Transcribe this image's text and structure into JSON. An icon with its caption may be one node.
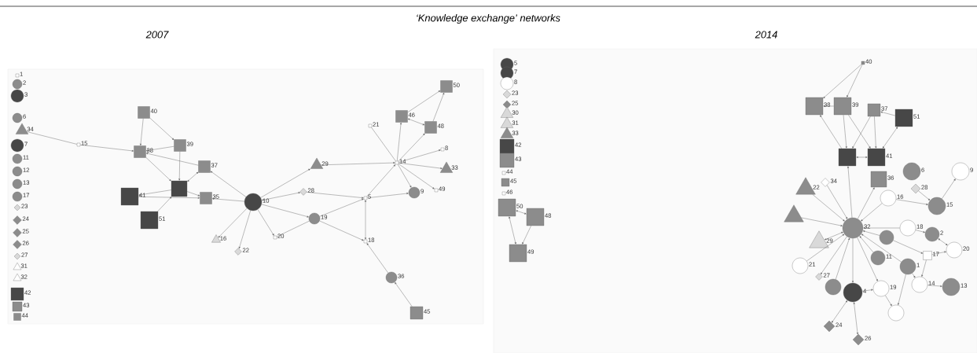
{
  "diagram": {
    "title": "‘Knowledge exchange’ networks",
    "nodes": [
      {
        "text": [],
        "shape": "box",
        "beside": [
          "1"
        ]
      },
      {
        "text": [],
        "shape": "circle",
        "beside": [
          "2"
        ]
      },
      {
        "text": [],
        "shape": "circle",
        "beside": [
          "3"
        ]
      },
      {
        "text": [],
        "shape": "circle",
        "beside": [
          "6"
        ]
      },
      {
        "text": [],
        "shape": "triangle",
        "beside": [
          "34"
        ]
      },
      {
        "text": [],
        "shape": "circle",
        "beside": [
          "7"
        ]
      },
      {
        "text": [],
        "shape": "circle",
        "beside": [
          "11"
        ]
      },
      {
        "text": [],
        "shape": "circle",
        "beside": [
          "12"
        ]
      },
      {
        "text": [],
        "shape": "circle",
        "beside": [
          "13"
        ]
      },
      {
        "text": [],
        "shape": "circle",
        "beside": [
          "17"
        ]
      },
      {
        "text": [],
        "shape": "diamond",
        "beside": [
          "23"
        ]
      },
      {
        "text": [],
        "shape": "diamond",
        "beside": [
          "24"
        ]
      },
      {
        "text": [],
        "shape": "diamond",
        "beside": [
          "25"
        ]
      },
      {
        "text": [],
        "shape": "diamond",
        "beside": [
          "26"
        ]
      },
      {
        "text": [],
        "shape": "diamond",
        "beside": [
          "27"
        ]
      },
      {
        "text": [],
        "shape": "triangle",
        "beside": [
          "31"
        ]
      },
      {
        "text": [],
        "shape": "triangle",
        "beside": [
          "32"
        ]
      },
      {
        "text": [],
        "shape": "box",
        "beside": [
          "42"
        ]
      },
      {
        "text": [],
        "shape": "box",
        "beside": [
          "43"
        ]
      },
      {
        "text": [],
        "shape": "box",
        "beside": [
          "44"
        ]
      },
      {
        "text": [],
        "shape": "box",
        "beside": [
          "15"
        ]
      },
      {
        "text": [],
        "shape": "box",
        "beside": [
          "40"
        ]
      },
      {
        "text": [],
        "shape": "box",
        "beside": [
          "38"
        ]
      },
      {
        "text": [],
        "shape": "box",
        "beside": [
          "39"
        ]
      },
      {
        "text": [],
        "shape": "box",
        "beside": [
          "37"
        ]
      },
      {
        "text": [],
        "shape": "box"
      },
      {
        "text": [],
        "shape": "box",
        "beside": [
          "35"
        ]
      },
      {
        "text": [],
        "shape": "box",
        "beside": [
          "41"
        ]
      },
      {
        "text": [],
        "shape": "box",
        "beside": [
          "51"
        ]
      },
      {
        "text": [],
        "shape": "circle",
        "beside": [
          "10"
        ]
      },
      {
        "text": [],
        "shape": "triangle",
        "beside": [
          "16"
        ]
      },
      {
        "text": [],
        "shape": "diamond",
        "beside": [
          "22"
        ]
      },
      {
        "text": [],
        "shape": "triangle",
        "beside": [
          "29"
        ]
      },
      {
        "text": [],
        "shape": "diamond",
        "beside": [
          "28"
        ]
      },
      {
        "text": [],
        "shape": "circle",
        "beside": [
          "19"
        ]
      },
      {
        "text": [],
        "shape": "box",
        "beside": [
          "20"
        ]
      },
      {
        "text": [],
        "shape": "box",
        "beside": [
          "5"
        ]
      },
      {
        "text": [],
        "shape": "box",
        "beside": [
          "18"
        ]
      },
      {
        "text": [],
        "shape": "circle",
        "beside": [
          "36"
        ]
      },
      {
        "text": [],
        "shape": "box",
        "beside": [
          "45"
        ]
      },
      {
        "text": [],
        "shape": "box",
        "beside": [
          "14"
        ]
      },
      {
        "text": [],
        "shape": "circle",
        "beside": [
          "9"
        ]
      },
      {
        "text": [],
        "shape": "box",
        "beside": [
          "21"
        ]
      },
      {
        "text": [],
        "shape": "box",
        "beside": [
          "46"
        ]
      },
      {
        "text": [],
        "shape": "box",
        "beside": [
          "48"
        ]
      },
      {
        "text": [],
        "shape": "box",
        "beside": [
          "50"
        ]
      },
      {
        "text": [],
        "shape": "box",
        "beside": [
          "8"
        ]
      },
      {
        "text": [],
        "shape": "triangle",
        "beside": [
          "33"
        ]
      },
      {
        "text": [],
        "shape": "box",
        "beside": [
          "49"
        ]
      },
      {
        "text": [],
        "shape": "circle",
        "beside": [
          "5"
        ]
      },
      {
        "text": [],
        "shape": "circle",
        "beside": [
          "7"
        ]
      },
      {
        "text": [],
        "shape": "circle",
        "beside": [
          "8"
        ]
      },
      {
        "text": [],
        "shape": "diamond",
        "beside": [
          "23"
        ]
      },
      {
        "text": [],
        "shape": "diamond",
        "beside": [
          "25"
        ]
      },
      {
        "text": [],
        "shape": "triangle",
        "beside": [
          "30"
        ]
      },
      {
        "text": [],
        "shape": "triangle",
        "beside": [
          "31"
        ]
      },
      {
        "text": [],
        "shape": "triangle",
        "beside": [
          "33"
        ]
      },
      {
        "text": [],
        "shape": "box",
        "beside": [
          "42"
        ]
      },
      {
        "text": [],
        "shape": "box",
        "beside": [
          "43"
        ]
      },
      {
        "text": [],
        "shape": "box",
        "beside": [
          "44"
        ]
      },
      {
        "text": [],
        "shape": "box",
        "beside": [
          "45"
        ]
      },
      {
        "text": [],
        "shape": "box",
        "beside": [
          "46"
        ]
      },
      {
        "text": [],
        "shape": "box",
        "beside": [
          "50"
        ]
      },
      {
        "text": [],
        "shape": "box",
        "beside": [
          "48"
        ]
      },
      {
        "text": [],
        "shape": "box",
        "beside": [
          "49"
        ]
      },
      {
        "text": [],
        "shape": "box",
        "beside": [
          "40"
        ]
      },
      {
        "text": [],
        "shape": "box",
        "beside": [
          "38"
        ]
      },
      {
        "text": [],
        "shape": "box",
        "beside": [
          "39"
        ]
      },
      {
        "text": [],
        "shape": "box",
        "beside": [
          "37"
        ]
      },
      {
        "text": [],
        "shape": "box",
        "beside": [
          "51"
        ]
      },
      {
        "text": [],
        "shape": "box"
      },
      {
        "text": [],
        "shape": "box",
        "beside": [
          "36"
        ]
      },
      {
        "text": [],
        "shape": "box",
        "beside": [
          "41"
        ]
      },
      {
        "text": [],
        "shape": "circle",
        "beside": [
          "6"
        ]
      },
      {
        "text": [],
        "shape": "circle",
        "beside": [
          "9"
        ]
      },
      {
        "text": [],
        "shape": "diamond",
        "beside": [
          "34"
        ]
      },
      {
        "text": [],
        "shape": "triangle",
        "beside": [
          "22"
        ]
      },
      {
        "text": [],
        "shape": "diamond",
        "beside": [
          "28"
        ]
      },
      {
        "text": [],
        "shape": "circle",
        "beside": [
          "15"
        ]
      },
      {
        "text": [],
        "shape": "circle",
        "beside": [
          "16"
        ]
      },
      {
        "text": [],
        "shape": "circle",
        "beside": [
          "32"
        ]
      },
      {
        "text": [],
        "shape": "triangle"
      },
      {
        "text": [],
        "shape": "triangle",
        "beside": [
          "29"
        ]
      },
      {
        "text": [],
        "shape": "circle",
        "beside": [
          "21"
        ]
      },
      {
        "text": [],
        "shape": "circle",
        "beside": [
          "18"
        ]
      },
      {
        "text": [],
        "shape": "circle"
      },
      {
        "text": [],
        "shape": "circle",
        "beside": [
          "11"
        ]
      },
      {
        "text": [],
        "shape": "circle",
        "beside": [
          "2"
        ]
      },
      {
        "text": [],
        "shape": "box",
        "beside": [
          "17"
        ]
      },
      {
        "text": [],
        "shape": "circle",
        "beside": [
          "20"
        ]
      },
      {
        "text": [],
        "shape": "circle",
        "beside": [
          "1"
        ]
      },
      {
        "text": [],
        "shape": "diamond",
        "beside": [
          "27"
        ]
      },
      {
        "text": [],
        "shape": "circle"
      },
      {
        "text": [],
        "shape": "circle",
        "beside": [
          "4"
        ]
      },
      {
        "text": [],
        "shape": "circle",
        "beside": [
          "19"
        ]
      },
      {
        "text": [],
        "shape": "circle",
        "beside": [
          "14"
        ]
      },
      {
        "text": [],
        "shape": "circle",
        "beside": [
          "13"
        ]
      },
      {
        "text": [],
        "shape": "circle"
      },
      {
        "text": [],
        "shape": "diamond",
        "beside": [
          "24"
        ]
      },
      {
        "text": [],
        "shape": "diamond",
        "beside": [
          "26"
        ]
      }
    ],
    "edges": [
      {
        "from": 4,
        "to": 20,
        "arrow": "none"
      },
      {
        "from": 20,
        "to": 22,
        "arrow": "to"
      },
      {
        "from": 21,
        "to": 22,
        "arrow": "to"
      },
      {
        "from": 21,
        "to": 23,
        "arrow": "to"
      },
      {
        "from": 23,
        "to": 22,
        "arrow": "to"
      },
      {
        "from": 23,
        "to": 25,
        "arrow": "to"
      },
      {
        "from": 24,
        "to": 22,
        "arrow": "to"
      },
      {
        "from": 22,
        "to": 25,
        "arrow": "to"
      },
      {
        "from": 25,
        "to": 27,
        "arrow": "to"
      },
      {
        "from": 25,
        "to": 26,
        "arrow": "to"
      },
      {
        "from": 27,
        "to": 26,
        "arrow": "to"
      },
      {
        "from": 28,
        "to": 25,
        "arrow": "to"
      },
      {
        "from": 25,
        "to": 24,
        "arrow": "both"
      },
      {
        "from": 29,
        "to": 24,
        "arrow": "to"
      },
      {
        "from": 29,
        "to": 26,
        "arrow": "to"
      },
      {
        "from": 29,
        "to": 30,
        "arrow": "to"
      },
      {
        "from": 29,
        "to": 31,
        "arrow": "to"
      },
      {
        "from": 29,
        "to": 32,
        "arrow": "to"
      },
      {
        "from": 29,
        "to": 33,
        "arrow": "both"
      },
      {
        "from": 29,
        "to": 34,
        "arrow": "to"
      },
      {
        "from": 29,
        "to": 35,
        "arrow": "to"
      },
      {
        "from": 34,
        "to": 35,
        "arrow": "none"
      },
      {
        "from": 33,
        "to": 36,
        "arrow": "to"
      },
      {
        "from": 34,
        "to": 36,
        "arrow": "to"
      },
      {
        "from": 34,
        "to": 37,
        "arrow": "to"
      },
      {
        "from": 36,
        "to": 37,
        "arrow": "both"
      },
      {
        "from": 38,
        "to": 37,
        "arrow": "to"
      },
      {
        "from": 39,
        "to": 38,
        "arrow": "to"
      },
      {
        "from": 36,
        "to": 40,
        "arrow": "to"
      },
      {
        "from": 36,
        "to": 41,
        "arrow": "to"
      },
      {
        "from": 32,
        "to": 40,
        "arrow": "to"
      },
      {
        "from": 40,
        "to": 42,
        "arrow": "none"
      },
      {
        "from": 40,
        "to": 43,
        "arrow": "to"
      },
      {
        "from": 40,
        "to": 44,
        "arrow": "to"
      },
      {
        "from": 43,
        "to": 44,
        "arrow": "both"
      },
      {
        "from": 44,
        "to": 45,
        "arrow": "to"
      },
      {
        "from": 43,
        "to": 45,
        "arrow": "to"
      },
      {
        "from": 40,
        "to": 46,
        "arrow": "to"
      },
      {
        "from": 40,
        "to": 47,
        "arrow": "to"
      },
      {
        "from": 40,
        "to": 48,
        "arrow": "to"
      },
      {
        "from": 40,
        "to": 41,
        "arrow": "to"
      },
      {
        "from": 62,
        "to": 63,
        "arrow": "both"
      },
      {
        "from": 62,
        "to": 64,
        "arrow": "both"
      },
      {
        "from": 63,
        "to": 64,
        "arrow": "to"
      },
      {
        "from": 65,
        "to": 66,
        "arrow": "to"
      },
      {
        "from": 65,
        "to": 67,
        "arrow": "to"
      },
      {
        "from": 67,
        "to": 66,
        "arrow": "to"
      },
      {
        "from": 69,
        "to": 68,
        "arrow": "to"
      },
      {
        "from": 70,
        "to": 66,
        "arrow": "to"
      },
      {
        "from": 67,
        "to": 70,
        "arrow": "to"
      },
      {
        "from": 67,
        "to": 72,
        "arrow": "to"
      },
      {
        "from": 68,
        "to": 70,
        "arrow": "to"
      },
      {
        "from": 68,
        "to": 72,
        "arrow": "to"
      },
      {
        "from": 69,
        "to": 72,
        "arrow": "both"
      },
      {
        "from": 70,
        "to": 72,
        "arrow": "both"
      },
      {
        "from": 80,
        "to": 70,
        "arrow": "to"
      },
      {
        "from": 80,
        "to": 71,
        "arrow": "to"
      },
      {
        "from": 75,
        "to": 80,
        "arrow": "to"
      },
      {
        "from": 76,
        "to": 80,
        "arrow": "to"
      },
      {
        "from": 81,
        "to": 80,
        "arrow": "to"
      },
      {
        "from": 82,
        "to": 80,
        "arrow": "both"
      },
      {
        "from": 83,
        "to": 80,
        "arrow": "to"
      },
      {
        "from": 79,
        "to": 80,
        "arrow": "to"
      },
      {
        "from": 84,
        "to": 80,
        "arrow": "to"
      },
      {
        "from": 85,
        "to": 80,
        "arrow": "to"
      },
      {
        "from": 86,
        "to": 80,
        "arrow": "to"
      },
      {
        "from": 90,
        "to": 80,
        "arrow": "to"
      },
      {
        "from": 80,
        "to": 91,
        "arrow": "to"
      },
      {
        "from": 80,
        "to": 93,
        "arrow": "to"
      },
      {
        "from": 92,
        "to": 80,
        "arrow": "to"
      },
      {
        "from": 80,
        "to": 94,
        "arrow": "to"
      },
      {
        "from": 78,
        "to": 74,
        "arrow": "to"
      },
      {
        "from": 77,
        "to": 78,
        "arrow": "to"
      },
      {
        "from": 79,
        "to": 78,
        "arrow": "to"
      },
      {
        "from": 84,
        "to": 87,
        "arrow": "to"
      },
      {
        "from": 87,
        "to": 89,
        "arrow": "both"
      },
      {
        "from": 88,
        "to": 89,
        "arrow": "to"
      },
      {
        "from": 95,
        "to": 96,
        "arrow": "to"
      },
      {
        "from": 93,
        "to": 98,
        "arrow": "both"
      },
      {
        "from": 93,
        "to": 99,
        "arrow": "both"
      },
      {
        "from": 93,
        "to": 94,
        "arrow": "to"
      },
      {
        "from": 94,
        "to": 97,
        "arrow": "to"
      },
      {
        "from": 90,
        "to": 97,
        "arrow": "to"
      },
      {
        "from": 90,
        "to": 95,
        "arrow": "to"
      },
      {
        "from": 88,
        "to": 95,
        "arrow": "to"
      },
      {
        "from": 85,
        "to": 88,
        "arrow": "to"
      }
    ],
    "labels": [
      "2007",
      "2014"
    ]
  }
}
